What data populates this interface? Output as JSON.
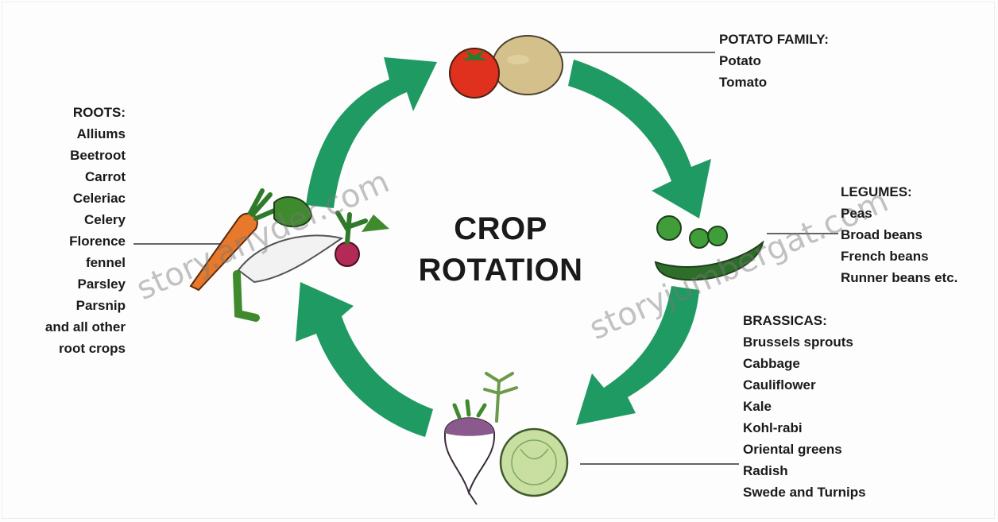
{
  "title": [
    "CROP",
    "ROTATION"
  ],
  "groups": {
    "roots": {
      "heading": "ROOTS:",
      "items": [
        "Alliums",
        "Beetroot",
        "Carrot",
        "Celeriac",
        "Celery",
        "Florence",
        "fennel",
        "Parsley",
        "Parsnip",
        "and all other",
        "root crops"
      ]
    },
    "potato": {
      "heading": "POTATO FAMILY:",
      "items": [
        "Potato",
        "Tomato"
      ]
    },
    "legumes": {
      "heading": "LEGUMES:",
      "items": [
        "Peas",
        "Broad beans",
        "French beans",
        "Runner beans etc."
      ]
    },
    "brassicas": {
      "heading": "BRASSICAS:",
      "items": [
        "Brussels sprouts",
        "Cabbage",
        "Cauliflower",
        "Kale",
        "Kohl-rabi",
        "Oriental greens",
        "Radish",
        "Swede and Turnips"
      ]
    }
  },
  "watermarks": [
    "story.anyder.com",
    "storyjumbergat.com"
  ],
  "colors": {
    "arrow": "#1f9a63",
    "text": "#1a1a1a",
    "tomato": "#e0301e",
    "potato": "#d4c08a",
    "pea": "#3f9e3a",
    "carrot": "#e8782a",
    "turnip": "#8b5a8c",
    "cabbage": "#c9dfa2"
  },
  "icons": [
    "tomato-icon",
    "potato-icon",
    "pea-pod-icon",
    "turnip-icon",
    "cabbage-icon",
    "carrot-icon",
    "beetroot-icon",
    "onion-icon"
  ]
}
